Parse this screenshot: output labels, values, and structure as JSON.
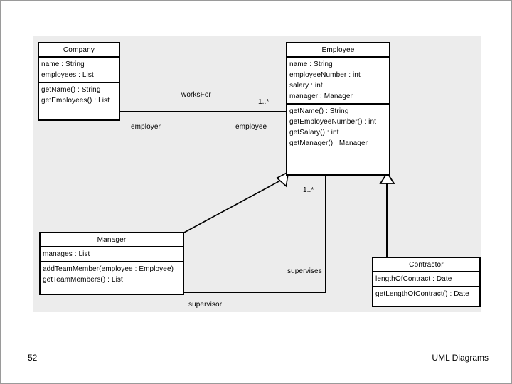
{
  "slide": {
    "footer": {
      "page_number": "52",
      "title": "UML Diagrams"
    }
  },
  "diagram": {
    "type": "uml-class-diagram",
    "canvas_color": "#ececec",
    "classes": [
      {
        "id": "company",
        "name": "Company",
        "attributes": [
          "name : String",
          "employees : List"
        ],
        "operations": [
          "getName() : String",
          "getEmployees() : List"
        ]
      },
      {
        "id": "employee",
        "name": "Employee",
        "attributes": [
          "name : String",
          "employeeNumber : int",
          "salary : int",
          "manager : Manager"
        ],
        "operations": [
          "getName() : String",
          "getEmployeeNumber() : int",
          "getSalary() : int",
          "getManager() : Manager"
        ]
      },
      {
        "id": "manager",
        "name": "Manager",
        "attributes": [
          "manages : List"
        ],
        "operations": [
          "addTeamMember(employee : Employee)",
          "getTeamMembers() : List"
        ]
      },
      {
        "id": "contractor",
        "name": "Contractor",
        "attributes": [
          "lengthOfContract : Date"
        ],
        "operations": [
          "getLengthOfContract() : Date"
        ]
      }
    ],
    "associations": [
      {
        "id": "works-for",
        "name": "worksFor",
        "source": "Company",
        "target": "Employee",
        "source_role": "employer",
        "target_role": "employee",
        "target_multiplicity": "1..*"
      },
      {
        "id": "supervises",
        "name": "supervises",
        "source": "Manager",
        "target": "Employee",
        "source_role": "supervisor",
        "target_multiplicity": "1..*"
      }
    ],
    "generalizations": [
      {
        "id": "manager-employee",
        "subclass": "Manager",
        "superclass": "Employee"
      },
      {
        "id": "contractor-employee",
        "subclass": "Contractor",
        "superclass": "Employee"
      }
    ]
  }
}
